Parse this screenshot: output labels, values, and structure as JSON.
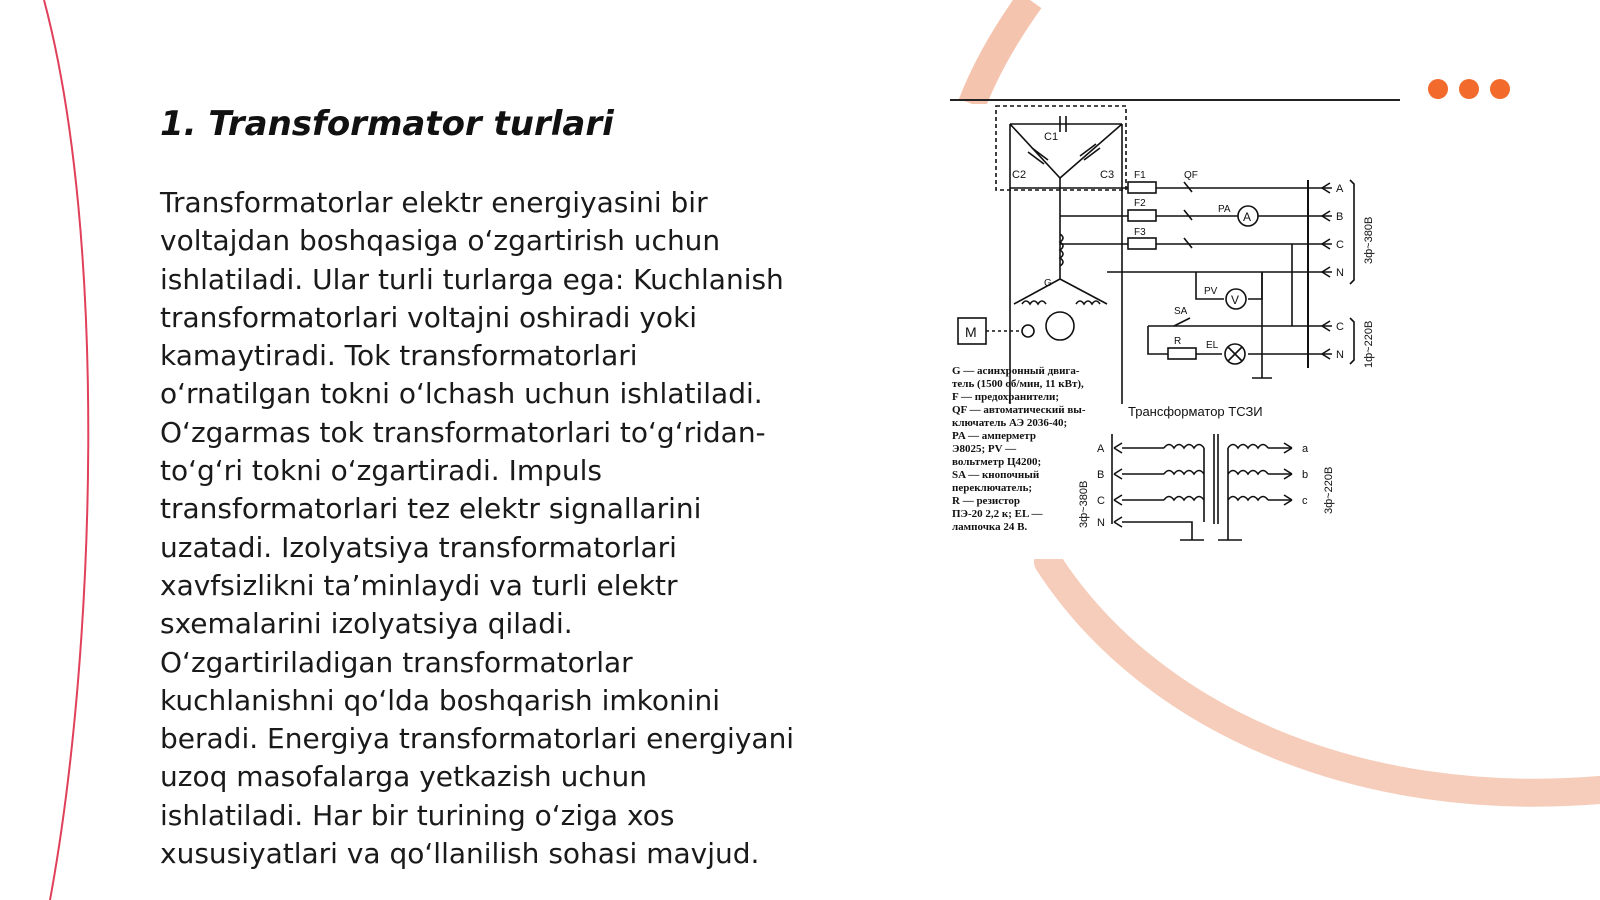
{
  "slide": {
    "title": "1. Transformator turlari",
    "paragraph_lines": [
      "Transformatorlar elektr energiyasini bir",
      "voltajdan boshqasiga o‘zgartirish uchun",
      "ishlatiladi. Ular turli turlarga ega: Kuchlanish",
      "transformatorlari voltajni oshiradi yoki",
      "kamaytiradi. Tok transformatorlari",
      "o‘rnatilgan tokni o‘lchash uchun ishlatiladi.",
      "O‘zgarmas tok transformatorlari to‘g‘ridan-",
      "to‘g‘ri tokni o‘zgartiradi. Impuls",
      "transformatorlari tez elektr signallarini",
      "uzatadi. Izolyatsiya transformatorlari",
      "xavfsizlikni ta’minlaydi va turli elektr",
      "sxemalarini izolyatsiya qiladi.",
      "O‘zgartiriladigan transformatorlar",
      "kuchlanishni qo‘lda boshqarish imkonini",
      "beradi. Energiya transformatorlari energiyani",
      "uzoq masofalarga yetkazish uchun",
      "ishlatiladi. Har bir turining o‘ziga xos",
      "xususiyatlari va qo‘llanilish sohasi mavjud."
    ]
  },
  "diagram": {
    "top_labels": {
      "c1": "C1",
      "c2": "C2",
      "c3": "C3",
      "f1": "F1",
      "f2": "F2",
      "f3": "F3",
      "qf": "QF",
      "pa": "PA",
      "pv": "PV",
      "sa": "SA",
      "r": "R",
      "el": "EL",
      "g": "G",
      "motor": "M",
      "ammeter": "A",
      "voltmeter": "V",
      "bus_a": "A",
      "bus_b": "B",
      "bus_c": "C",
      "bus_n": "N",
      "bus_c2": "C",
      "bus_n2": "N",
      "voltage_3ph": "3ф~380В",
      "voltage_1ph": "1ф~220В"
    },
    "legend_lines": [
      "G — асинхронный двига-",
      "тель (1500 об/мин, 11 кВт),",
      "F — предохранители;",
      "QF — автоматический вы-",
      "ключатель АЭ 2036-40;",
      "PA — амперметр",
      "Э8025; PV —",
      "вольтметр Ц4200;",
      "SA — кнопочный",
      "переключатель;",
      "R — резистор",
      "ПЭ-20 2,2 к; EL —",
      "лампочка 24 В."
    ],
    "transformer": {
      "title": "Трансформатор ТСЗИ",
      "primary": [
        "A",
        "B",
        "C",
        "N"
      ],
      "secondary": [
        "a",
        "b",
        "c"
      ],
      "primary_voltage": "3ф~380В",
      "secondary_voltage": "3ф~220В"
    }
  },
  "colors": {
    "accent": "#f26b2c",
    "arc": "#f5c4ae",
    "left_line": "#e0405a",
    "text": "#1a1a1a"
  }
}
